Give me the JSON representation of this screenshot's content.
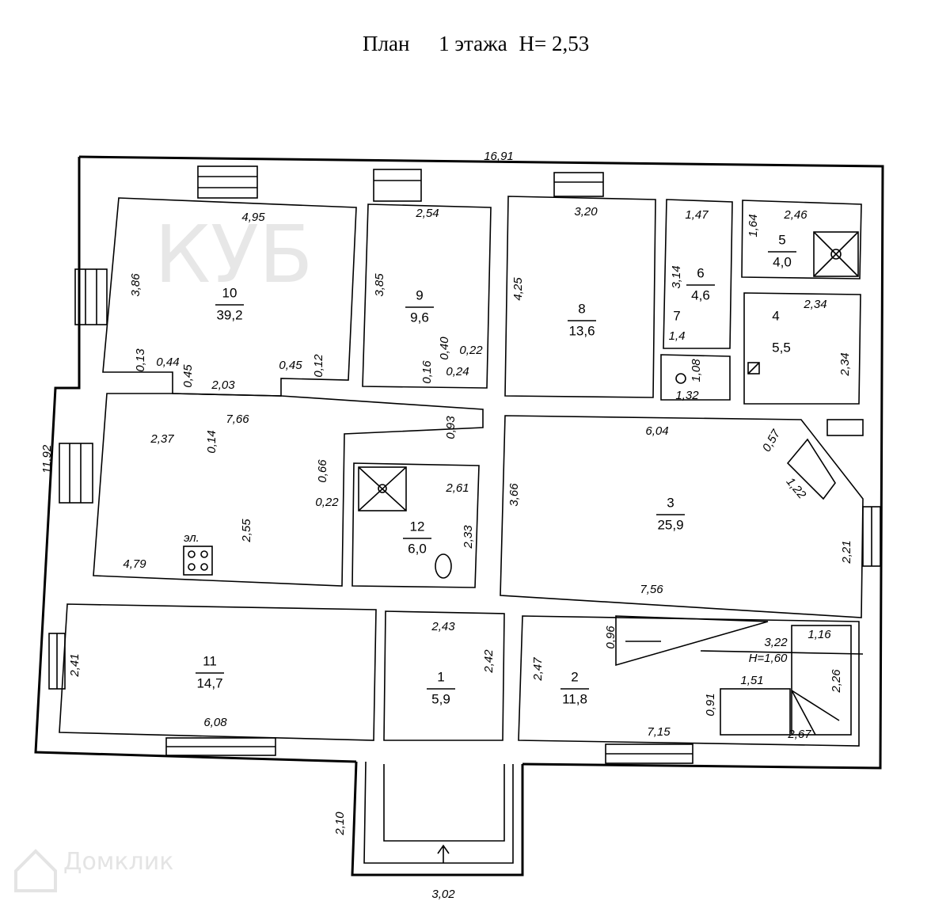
{
  "title": {
    "prefix": "План",
    "floor": "1 этажа",
    "height": "H= 2,53"
  },
  "rooms": [
    {
      "number": "10",
      "area": "39,2"
    },
    {
      "number": "9",
      "area": "9,6"
    },
    {
      "number": "8",
      "area": "13,6"
    },
    {
      "number": "6",
      "area": "4,6"
    },
    {
      "number": "5",
      "area": "4,0"
    },
    {
      "number": "3",
      "area": "25,9"
    },
    {
      "number": "12",
      "area": "6,0"
    },
    {
      "number": "11",
      "area": "14,7"
    },
    {
      "number": "1",
      "area": "5,9"
    },
    {
      "number": "2",
      "area": "11,8"
    }
  ],
  "room_4": {
    "number": "4",
    "area": "5,5"
  },
  "room_7": {
    "number": "7"
  },
  "stove_label": "эл.",
  "dimensions": [
    "16,91",
    "4,95",
    "3,86",
    "2,54",
    "3,85",
    "3,20",
    "4,25",
    "1,47",
    "1,64",
    "2,46",
    "3,14",
    "2,34",
    "2,34",
    "1,4",
    "1,08",
    "1,32",
    "0,13",
    "0,44",
    "0,45",
    "2,03",
    "0,45",
    "0,12",
    "0,40",
    "0,22",
    "0,16",
    "0,24",
    "11,92",
    "7,66",
    "2,37",
    "0,14",
    "0,93",
    "6,04",
    "0,57",
    "1,22",
    "0,66",
    "0,22",
    "2,61",
    "3,66",
    "2,55",
    "2,33",
    "2,21",
    "4,79",
    "7,56",
    "2,43",
    "0,96",
    "3,22",
    "1,16",
    "H=1,60",
    "2,41",
    "2,42",
    "2,47",
    "1,51",
    "2,26",
    "0,91",
    "6,08",
    "7,15",
    "2,67",
    "2,10",
    "3,02"
  ],
  "watermarks": {
    "agency": "КУБ",
    "site": "Домклик"
  }
}
